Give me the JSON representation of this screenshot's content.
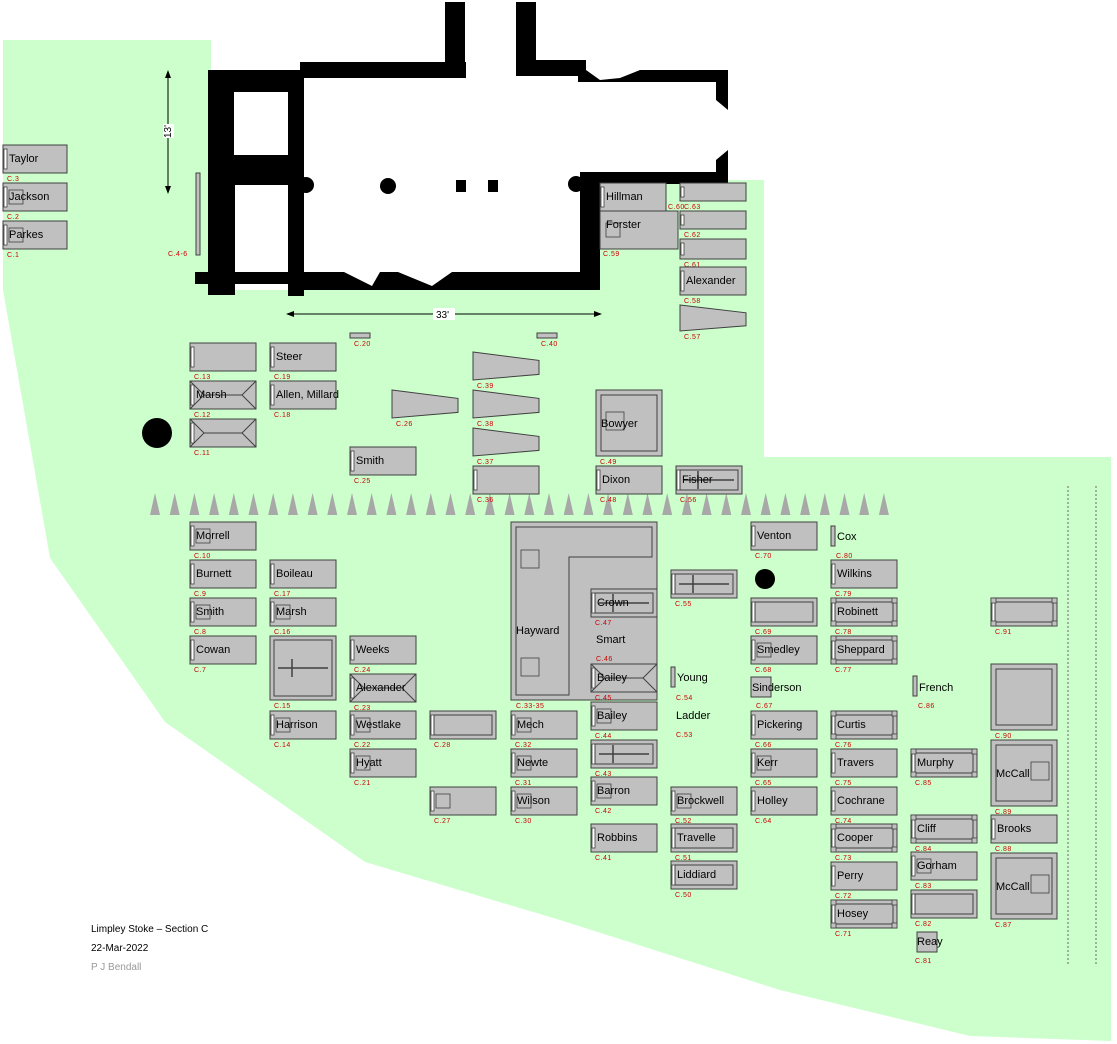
{
  "plan": {
    "title": "Limpley Stoke – Section C",
    "date": "22-Mar-2022",
    "author": "P J Bendall",
    "dim_width": "33'",
    "dim_height": "13'"
  },
  "colors": {
    "grass": "#ccffcc",
    "grave_fill": "#c0c0c0",
    "grave_stroke": "#404040",
    "wall": "#000000",
    "ref_text": "#cc0000",
    "author_text": "#999999"
  },
  "graves": [
    {
      "name": "Taylor",
      "ref": "C.3"
    },
    {
      "name": "Jackson",
      "ref": "C.2"
    },
    {
      "name": "Parkes",
      "ref": "C.1"
    },
    {
      "name": "",
      "ref": "C.4-6"
    },
    {
      "name": "Hillman",
      "ref": "C.60"
    },
    {
      "name": "",
      "ref": "C.63"
    },
    {
      "name": "Forster",
      "ref": "C.59"
    },
    {
      "name": "",
      "ref": "C.62"
    },
    {
      "name": "",
      "ref": "C.61"
    },
    {
      "name": "Alexander",
      "ref": "C.58"
    },
    {
      "name": "",
      "ref": "C.57"
    },
    {
      "name": "",
      "ref": "C.20"
    },
    {
      "name": "",
      "ref": "C.40"
    },
    {
      "name": "",
      "ref": "C.13"
    },
    {
      "name": "Steer",
      "ref": "C.19"
    },
    {
      "name": "Marsh",
      "ref": "C.12"
    },
    {
      "name": "Allen, Millard",
      "ref": "C.18"
    },
    {
      "name": "",
      "ref": "C.11"
    },
    {
      "name": "",
      "ref": "C.26"
    },
    {
      "name": "",
      "ref": "C.39"
    },
    {
      "name": "",
      "ref": "C.38"
    },
    {
      "name": "",
      "ref": "C.37"
    },
    {
      "name": "Bowyer",
      "ref": "C.49"
    },
    {
      "name": "Smith",
      "ref": "C.25"
    },
    {
      "name": "",
      "ref": "C.36"
    },
    {
      "name": "Dixon",
      "ref": "C.48"
    },
    {
      "name": "Fisher",
      "ref": "C.56"
    },
    {
      "name": "Morrell",
      "ref": "C.10"
    },
    {
      "name": "Burnett",
      "ref": "C.9"
    },
    {
      "name": "Boileau",
      "ref": "C.17"
    },
    {
      "name": "Smith",
      "ref": "C.8"
    },
    {
      "name": "Marsh",
      "ref": "C.16"
    },
    {
      "name": "Cowan",
      "ref": "C.7"
    },
    {
      "name": "",
      "ref": "C.15"
    },
    {
      "name": "Weeks",
      "ref": "C.24"
    },
    {
      "name": "Alexander",
      "ref": "C.23"
    },
    {
      "name": "Harrison",
      "ref": "C.14"
    },
    {
      "name": "Westlake",
      "ref": "C.22"
    },
    {
      "name": "Hyatt",
      "ref": "C.21"
    },
    {
      "name": "",
      "ref": "C.28"
    },
    {
      "name": "",
      "ref": "C.27"
    },
    {
      "name": "Hayward",
      "ref": "C.33-35"
    },
    {
      "name": "Mech",
      "ref": "C.32"
    },
    {
      "name": "Newte",
      "ref": "C.31"
    },
    {
      "name": "Wilson",
      "ref": "C.30"
    },
    {
      "name": "Crown",
      "ref": "C.47"
    },
    {
      "name": "Smart",
      "ref": "C.46"
    },
    {
      "name": "Bailey",
      "ref": "C.45"
    },
    {
      "name": "Bailey",
      "ref": "C.44"
    },
    {
      "name": "",
      "ref": "C.43"
    },
    {
      "name": "Barron",
      "ref": "C.42"
    },
    {
      "name": "Robbins",
      "ref": "C.41"
    },
    {
      "name": "",
      "ref": "C.55"
    },
    {
      "name": "Young",
      "ref": "C.54"
    },
    {
      "name": "Ladder",
      "ref": "C.53"
    },
    {
      "name": "Brockwell",
      "ref": "C.52"
    },
    {
      "name": "Travelle",
      "ref": "C.51"
    },
    {
      "name": "Liddiard",
      "ref": "C.50"
    },
    {
      "name": "Venton",
      "ref": "C.70"
    },
    {
      "name": "",
      "ref": "C.69"
    },
    {
      "name": "Smedley",
      "ref": "C.68"
    },
    {
      "name": "Sinderson",
      "ref": "C.67"
    },
    {
      "name": "Pickering",
      "ref": "C.66"
    },
    {
      "name": "Kerr",
      "ref": "C.65"
    },
    {
      "name": "Holley",
      "ref": "C.64"
    },
    {
      "name": "Cox",
      "ref": "C.80"
    },
    {
      "name": "Wilkins",
      "ref": "C.79"
    },
    {
      "name": "Robinett",
      "ref": "C.78"
    },
    {
      "name": "Sheppard",
      "ref": "C.77"
    },
    {
      "name": "Curtis",
      "ref": "C.76"
    },
    {
      "name": "Travers",
      "ref": "C.75"
    },
    {
      "name": "Cochrane",
      "ref": "C.74"
    },
    {
      "name": "Cooper",
      "ref": "C.73"
    },
    {
      "name": "Perry",
      "ref": "C.72"
    },
    {
      "name": "Hosey",
      "ref": "C.71"
    },
    {
      "name": "French",
      "ref": "C.86"
    },
    {
      "name": "Murphy",
      "ref": "C.85"
    },
    {
      "name": "Cliff",
      "ref": "C.84"
    },
    {
      "name": "Gorham",
      "ref": "C.83"
    },
    {
      "name": "",
      "ref": "C.82"
    },
    {
      "name": "Reay",
      "ref": "C.81"
    },
    {
      "name": "",
      "ref": "C.91"
    },
    {
      "name": "",
      "ref": "C.90"
    },
    {
      "name": "McCall",
      "ref": "C.89"
    },
    {
      "name": "Brooks",
      "ref": "C.88"
    },
    {
      "name": "McCall",
      "ref": "C.87"
    }
  ]
}
